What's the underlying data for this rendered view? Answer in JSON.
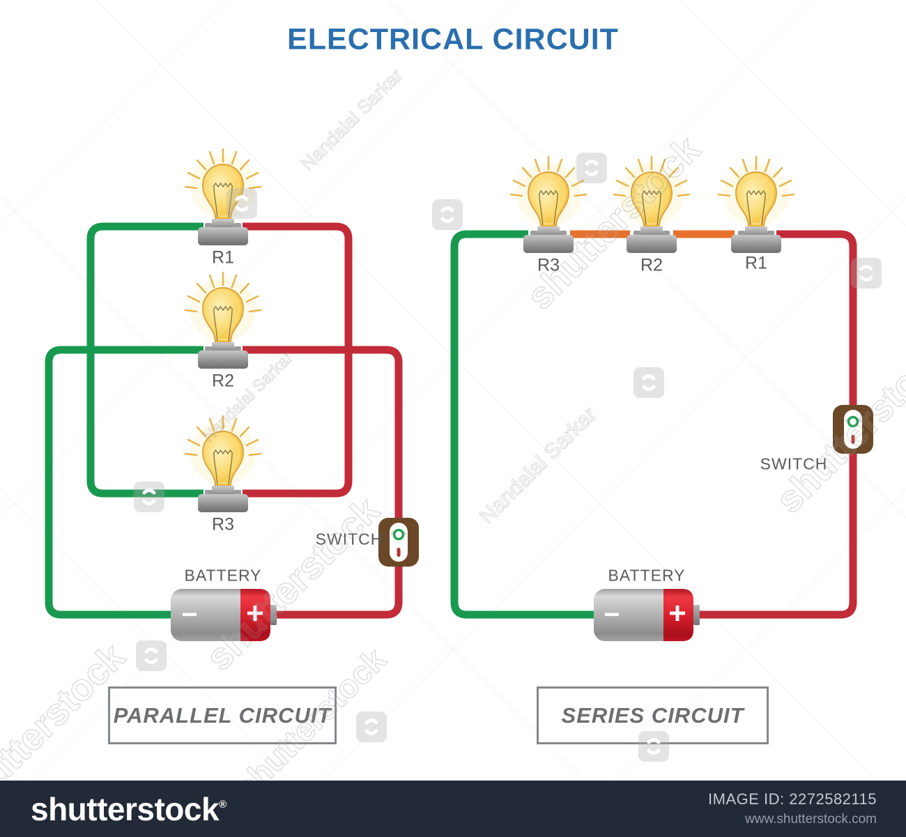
{
  "title": "ELECTRICAL CIRCUIT",
  "parallel": {
    "caption": "PARALLEL CIRCUIT",
    "bulbs": [
      "R1",
      "R2",
      "R3"
    ],
    "switch_label": "SWITCH",
    "battery_label": "BATTERY",
    "battery_minus": "−",
    "battery_plus": "+"
  },
  "series": {
    "caption": "SERIES CIRCUIT",
    "bulbs": [
      "R3",
      "R2",
      "R1"
    ],
    "switch_label": "SWITCH",
    "battery_label": "BATTERY",
    "battery_minus": "−",
    "battery_plus": "+"
  },
  "watermarks": {
    "brand": "shutterstock",
    "credit": "Nandalal Sarkar"
  },
  "footer": {
    "logo": "shutterstock",
    "reg": "®",
    "image_id": "IMAGE ID: 2272582115",
    "website": "www.shutterstock.com"
  },
  "colors": {
    "wire_green": "#18994f",
    "wire_red": "#c22b38",
    "wire_orange": "#e7702c",
    "title_blue": "#2a6fae",
    "label_gray": "#58595b",
    "caption_gray": "#6d6e71",
    "border_gray": "#85878a",
    "switch_brown": "#6b4827",
    "battery_red": "#d7202d",
    "bulb_yellow": "#f7c94a",
    "ray_gold": "#e9b64c",
    "footer_bg": "#232a37"
  }
}
